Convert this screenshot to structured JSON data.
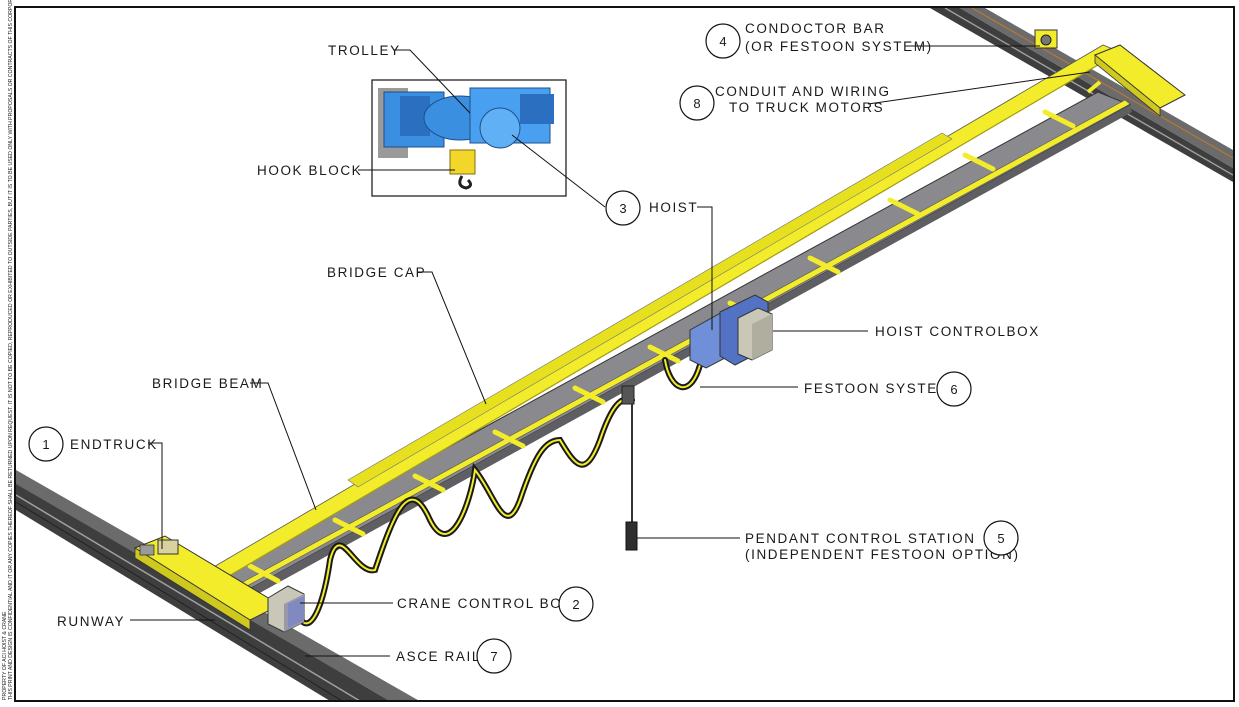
{
  "side_note": {
    "line1": "PROPERTY OF ACI HOIST & CRANE",
    "line2": "THIS PRINT AND DESIGN IS CONFIDENTIAL AND IT OR ANY COPIES THEREOF SHALL BE RETURNED UPON REQUEST. IT IS NOT TO BE COPIED, REPRODUCED OR EXHIBITED TO OUTSIDE PARTIES, BUT IT IS TO BE USED ONLY WITH PROPOSALS OR CONTRACTS OF THIS CORPORATION. NOTHING DISCLOSED HEREIN MAY BE USED WITHOUT WRITTEN PERMISSION."
  },
  "callouts": {
    "trolley": "TROLLEY",
    "hook_block": "HOOK BLOCK",
    "hoist": "HOIST",
    "hoist_num": "3",
    "bridge_cap": "BRIDGE CAP",
    "bridge_beam": "BRIDGE BEAM",
    "endtruck": "ENDTRUCK",
    "endtruck_num": "1",
    "crane_control_box": "CRANE CONTROL BOX",
    "crane_control_box_num": "2",
    "runway": "RUNWAY",
    "asce_rail": "ASCE RAIL",
    "asce_rail_num": "7",
    "condoctor_bar_l1": "CONDOCTOR BAR",
    "condoctor_bar_l2": "(OR FESTOON SYSTEM)",
    "condoctor_bar_num": "4",
    "conduit_l1": "CONDUIT AND WIRING",
    "conduit_l2": "TO TRUCK MOTORS",
    "conduit_num": "8",
    "hoist_controlbox": "HOIST CONTROLBOX",
    "festoon_system": "FESTOON SYSTEM",
    "festoon_num": "6",
    "pendant_l1": "PENDANT CONTROL STATION",
    "pendant_l2": "(INDEPENDENT FESTOON OPTION)",
    "pendant_num": "5"
  },
  "colors": {
    "yellow": "#f2ec2a",
    "yellow_dark": "#cfc81e",
    "beam_gray": "#8a8a8e",
    "rail_dark": "#3e3e3e",
    "hoist_blue": "#6f8fd8",
    "box_gray": "#c9c7b8",
    "trolley_blue": "#3a8fe0"
  }
}
